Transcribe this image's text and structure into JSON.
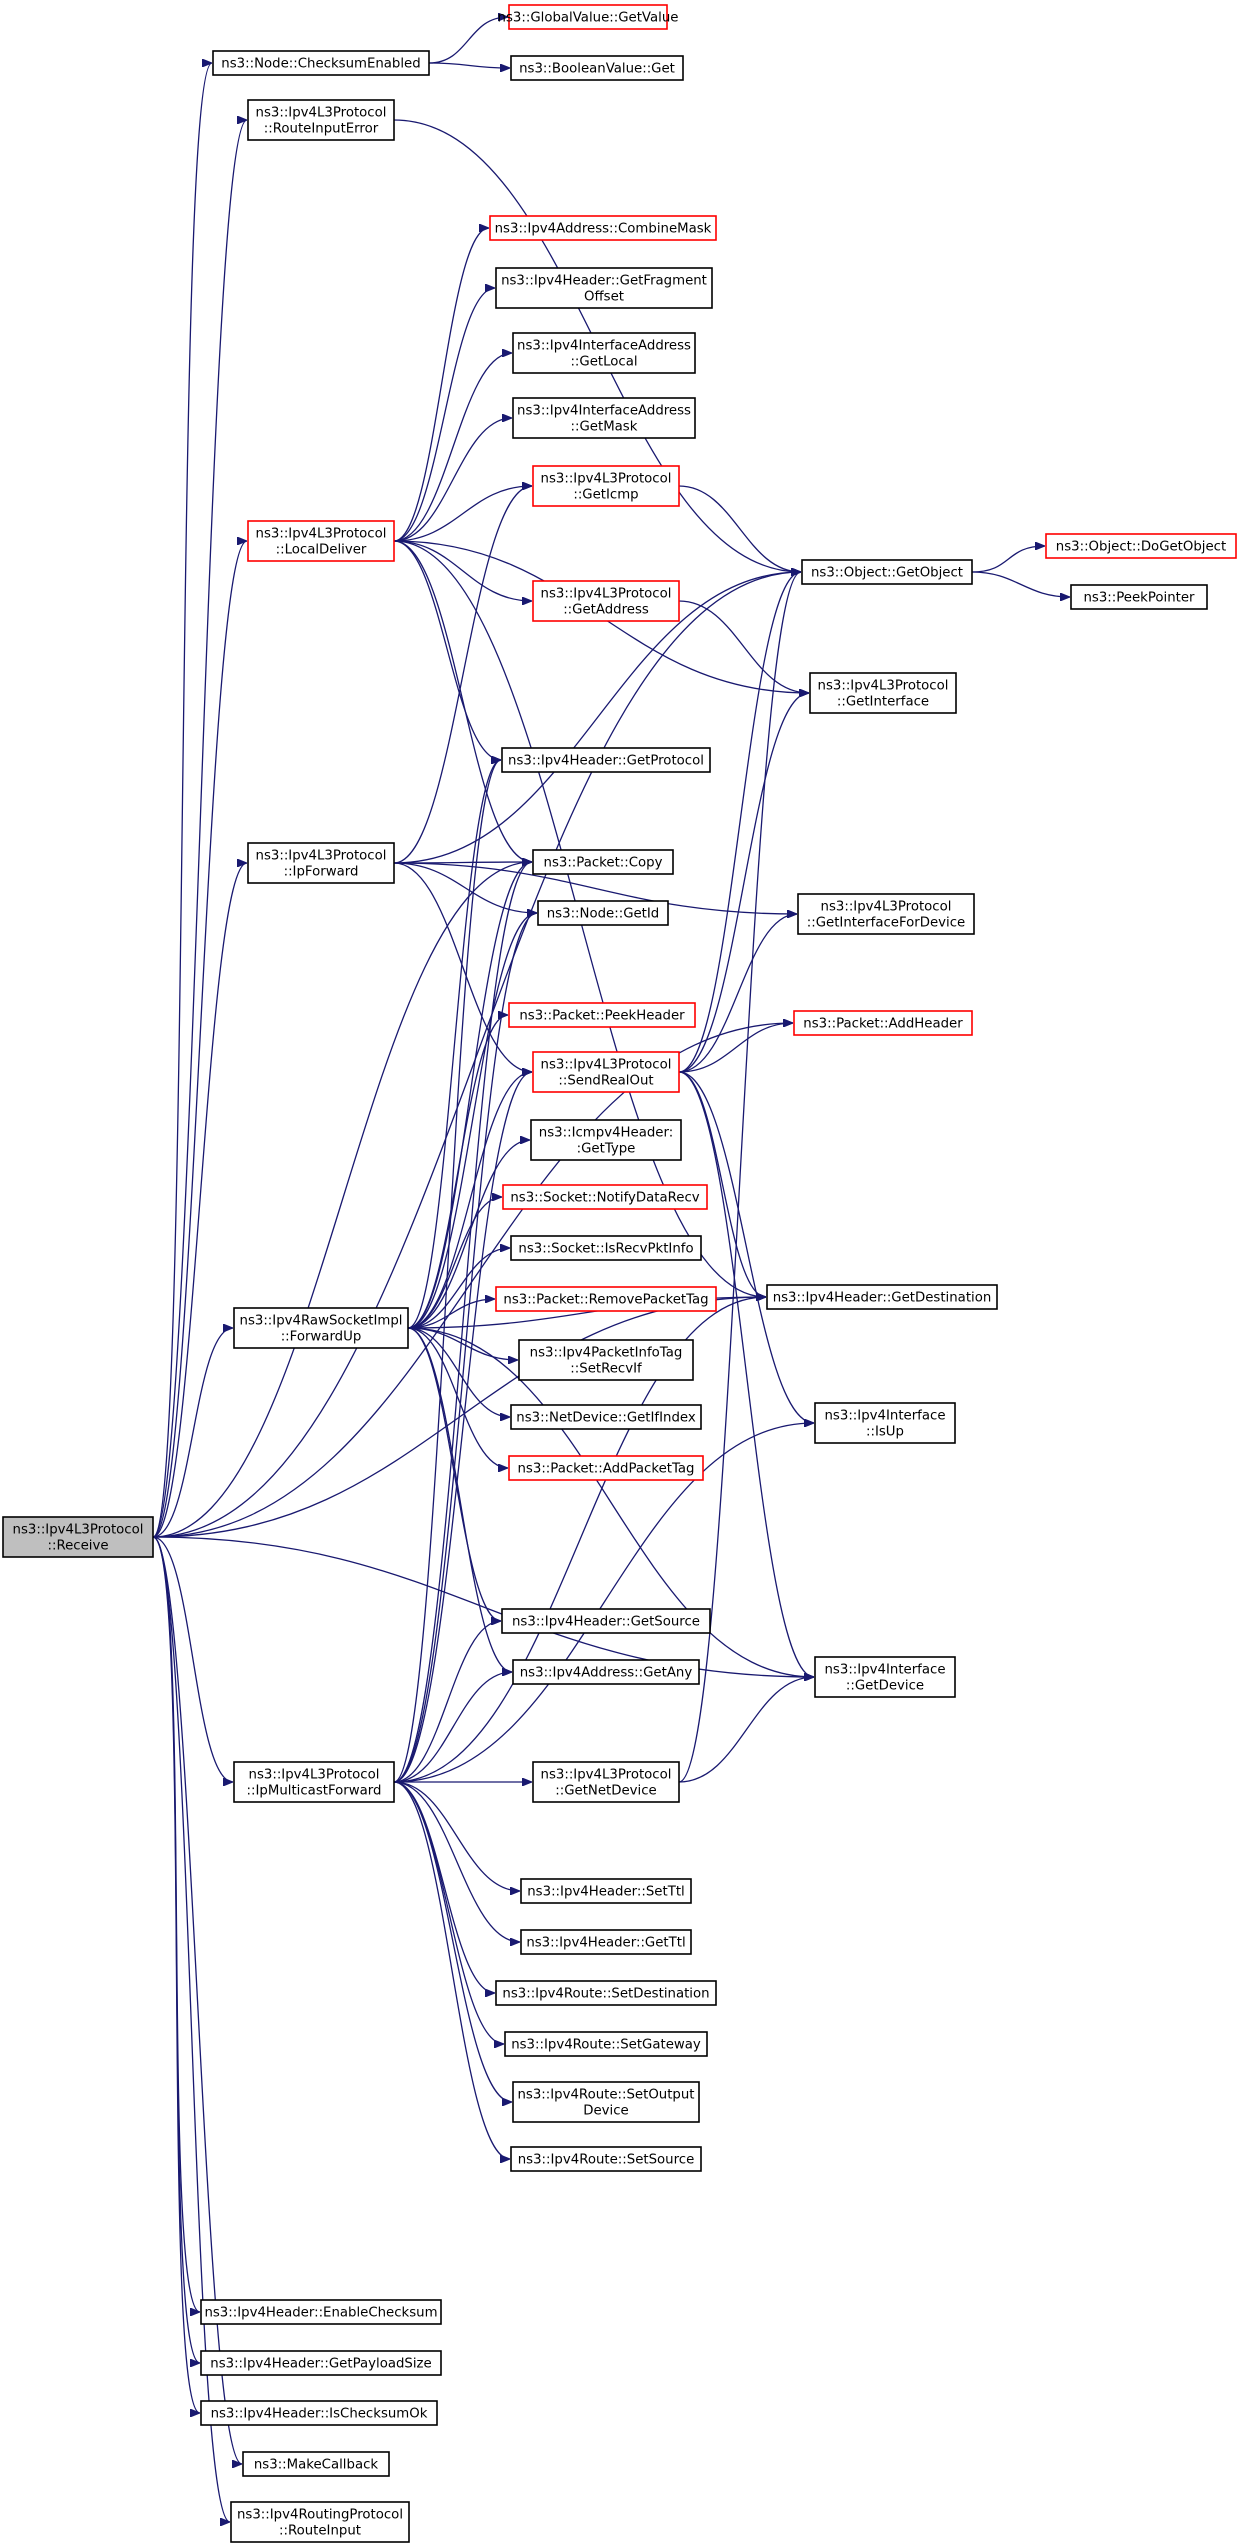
{
  "nodes": [
    {
      "id": "receive",
      "lines": [
        "ns3::Ipv4L3Protocol",
        "::Receive"
      ],
      "style": "root"
    },
    {
      "id": "checksumEnabled",
      "lines": [
        "ns3::Node::ChecksumEnabled"
      ],
      "style": "normal"
    },
    {
      "id": "globalGetValue",
      "lines": [
        "ns3::GlobalValue::GetValue"
      ],
      "style": "truncated"
    },
    {
      "id": "booleanGet",
      "lines": [
        "ns3::BooleanValue::Get"
      ],
      "style": "normal"
    },
    {
      "id": "routeInputError",
      "lines": [
        "ns3::Ipv4L3Protocol",
        "::RouteInputError"
      ],
      "style": "normal"
    },
    {
      "id": "combineMask",
      "lines": [
        "ns3::Ipv4Address::CombineMask"
      ],
      "style": "truncated"
    },
    {
      "id": "getFragmentOffset",
      "lines": [
        "ns3::Ipv4Header::GetFragment",
        "Offset"
      ],
      "style": "normal"
    },
    {
      "id": "ifaceAddrGetLocal",
      "lines": [
        "ns3::Ipv4InterfaceAddress",
        "::GetLocal"
      ],
      "style": "normal"
    },
    {
      "id": "ifaceAddrGetMask",
      "lines": [
        "ns3::Ipv4InterfaceAddress",
        "::GetMask"
      ],
      "style": "normal"
    },
    {
      "id": "localDeliver",
      "lines": [
        "ns3::Ipv4L3Protocol",
        "::LocalDeliver"
      ],
      "style": "truncated"
    },
    {
      "id": "getIcmp",
      "lines": [
        "ns3::Ipv4L3Protocol",
        "::GetIcmp"
      ],
      "style": "truncated"
    },
    {
      "id": "objectGetObject",
      "lines": [
        "ns3::Object::GetObject"
      ],
      "style": "normal"
    },
    {
      "id": "doGetObject",
      "lines": [
        "ns3::Object::DoGetObject"
      ],
      "style": "truncated"
    },
    {
      "id": "peekPointer",
      "lines": [
        "ns3::PeekPointer"
      ],
      "style": "normal"
    },
    {
      "id": "getAddress",
      "lines": [
        "ns3::Ipv4L3Protocol",
        "::GetAddress"
      ],
      "style": "truncated"
    },
    {
      "id": "getInterface",
      "lines": [
        "ns3::Ipv4L3Protocol",
        "::GetInterface"
      ],
      "style": "normal"
    },
    {
      "id": "getProtocol",
      "lines": [
        "ns3::Ipv4Header::GetProtocol"
      ],
      "style": "normal"
    },
    {
      "id": "ipForward",
      "lines": [
        "ns3::Ipv4L3Protocol",
        "::IpForward"
      ],
      "style": "normal"
    },
    {
      "id": "packetCopy",
      "lines": [
        "ns3::Packet::Copy"
      ],
      "style": "normal"
    },
    {
      "id": "getInterfaceForDevice",
      "lines": [
        "ns3::Ipv4L3Protocol",
        "::GetInterfaceForDevice"
      ],
      "style": "normal"
    },
    {
      "id": "nodeGetId",
      "lines": [
        "ns3::Node::GetId"
      ],
      "style": "normal"
    },
    {
      "id": "peekHeader",
      "lines": [
        "ns3::Packet::PeekHeader"
      ],
      "style": "truncated"
    },
    {
      "id": "addHeader",
      "lines": [
        "ns3::Packet::AddHeader"
      ],
      "style": "truncated"
    },
    {
      "id": "sendRealOut",
      "lines": [
        "ns3::Ipv4L3Protocol",
        "::SendRealOut"
      ],
      "style": "truncated"
    },
    {
      "id": "icmpGetType",
      "lines": [
        "ns3::Icmpv4Header:",
        ":GetType"
      ],
      "style": "normal"
    },
    {
      "id": "notifyDataRecv",
      "lines": [
        "ns3::Socket::NotifyDataRecv"
      ],
      "style": "truncated"
    },
    {
      "id": "isRecvPktInfo",
      "lines": [
        "ns3::Socket::IsRecvPktInfo"
      ],
      "style": "normal"
    },
    {
      "id": "forwardUp",
      "lines": [
        "ns3::Ipv4RawSocketImpl",
        "::ForwardUp"
      ],
      "style": "normal"
    },
    {
      "id": "removePacketTag",
      "lines": [
        "ns3::Packet::RemovePacketTag"
      ],
      "style": "truncated"
    },
    {
      "id": "getDestination",
      "lines": [
        "ns3::Ipv4Header::GetDestination"
      ],
      "style": "normal"
    },
    {
      "id": "setRecvIf",
      "lines": [
        "ns3::Ipv4PacketInfoTag",
        "::SetRecvIf"
      ],
      "style": "normal"
    },
    {
      "id": "getIfIndex",
      "lines": [
        "ns3::NetDevice::GetIfIndex"
      ],
      "style": "normal"
    },
    {
      "id": "ifaceIsUp",
      "lines": [
        "ns3::Ipv4Interface",
        "::IsUp"
      ],
      "style": "normal"
    },
    {
      "id": "addPacketTag",
      "lines": [
        "ns3::Packet::AddPacketTag"
      ],
      "style": "truncated"
    },
    {
      "id": "getSource",
      "lines": [
        "ns3::Ipv4Header::GetSource"
      ],
      "style": "normal"
    },
    {
      "id": "getAny",
      "lines": [
        "ns3::Ipv4Address::GetAny"
      ],
      "style": "normal"
    },
    {
      "id": "ifaceGetDevice",
      "lines": [
        "ns3::Ipv4Interface",
        "::GetDevice"
      ],
      "style": "normal"
    },
    {
      "id": "ipMulticastForward",
      "lines": [
        "ns3::Ipv4L3Protocol",
        "::IpMulticastForward"
      ],
      "style": "normal"
    },
    {
      "id": "getNetDevice",
      "lines": [
        "ns3::Ipv4L3Protocol",
        "::GetNetDevice"
      ],
      "style": "normal"
    },
    {
      "id": "setTtl",
      "lines": [
        "ns3::Ipv4Header::SetTtl"
      ],
      "style": "normal"
    },
    {
      "id": "getTtl",
      "lines": [
        "ns3::Ipv4Header::GetTtl"
      ],
      "style": "normal"
    },
    {
      "id": "setDestination",
      "lines": [
        "ns3::Ipv4Route::SetDestination"
      ],
      "style": "normal"
    },
    {
      "id": "setGateway",
      "lines": [
        "ns3::Ipv4Route::SetGateway"
      ],
      "style": "normal"
    },
    {
      "id": "setOutputDevice",
      "lines": [
        "ns3::Ipv4Route::SetOutput",
        "Device"
      ],
      "style": "normal"
    },
    {
      "id": "setSource",
      "lines": [
        "ns3::Ipv4Route::SetSource"
      ],
      "style": "normal"
    },
    {
      "id": "enableChecksum",
      "lines": [
        "ns3::Ipv4Header::EnableChecksum"
      ],
      "style": "normal"
    },
    {
      "id": "getPayloadSize",
      "lines": [
        "ns3::Ipv4Header::GetPayloadSize"
      ],
      "style": "normal"
    },
    {
      "id": "isChecksumOk",
      "lines": [
        "ns3::Ipv4Header::IsChecksumOk"
      ],
      "style": "normal"
    },
    {
      "id": "makeCallback",
      "lines": [
        "ns3::MakeCallback"
      ],
      "style": "normal"
    },
    {
      "id": "routeInput",
      "lines": [
        "ns3::Ipv4RoutingProtocol",
        "::RouteInput"
      ],
      "style": "normal"
    }
  ],
  "edges": [
    [
      "receive",
      "checksumEnabled"
    ],
    [
      "checksumEnabled",
      "globalGetValue"
    ],
    [
      "checksumEnabled",
      "booleanGet"
    ],
    [
      "receive",
      "routeInputError"
    ],
    [
      "routeInputError",
      "objectGetObject"
    ],
    [
      "receive",
      "objectGetObject"
    ],
    [
      "receive",
      "localDeliver"
    ],
    [
      "localDeliver",
      "combineMask"
    ],
    [
      "localDeliver",
      "getFragmentOffset"
    ],
    [
      "localDeliver",
      "ifaceAddrGetLocal"
    ],
    [
      "localDeliver",
      "ifaceAddrGetMask"
    ],
    [
      "localDeliver",
      "getIcmp"
    ],
    [
      "localDeliver",
      "getAddress"
    ],
    [
      "localDeliver",
      "getInterface"
    ],
    [
      "localDeliver",
      "getProtocol"
    ],
    [
      "localDeliver",
      "packetCopy"
    ],
    [
      "localDeliver",
      "getDestination"
    ],
    [
      "getIcmp",
      "objectGetObject"
    ],
    [
      "getAddress",
      "getInterface"
    ],
    [
      "objectGetObject",
      "doGetObject"
    ],
    [
      "objectGetObject",
      "peekPointer"
    ],
    [
      "receive",
      "ipForward"
    ],
    [
      "ipForward",
      "getIcmp"
    ],
    [
      "ipForward",
      "objectGetObject"
    ],
    [
      "ipForward",
      "packetCopy"
    ],
    [
      "ipForward",
      "getInterfaceForDevice"
    ],
    [
      "ipForward",
      "nodeGetId"
    ],
    [
      "ipForward",
      "sendRealOut"
    ],
    [
      "receive",
      "packetCopy"
    ],
    [
      "receive",
      "addHeader"
    ],
    [
      "sendRealOut",
      "objectGetObject"
    ],
    [
      "sendRealOut",
      "getInterface"
    ],
    [
      "sendRealOut",
      "getInterfaceForDevice"
    ],
    [
      "sendRealOut",
      "addHeader"
    ],
    [
      "sendRealOut",
      "getDestination"
    ],
    [
      "sendRealOut",
      "ifaceIsUp"
    ],
    [
      "sendRealOut",
      "ifaceGetDevice"
    ],
    [
      "receive",
      "forwardUp"
    ],
    [
      "forwardUp",
      "getProtocol"
    ],
    [
      "forwardUp",
      "packetCopy"
    ],
    [
      "forwardUp",
      "nodeGetId"
    ],
    [
      "forwardUp",
      "peekHeader"
    ],
    [
      "forwardUp",
      "sendRealOut"
    ],
    [
      "forwardUp",
      "icmpGetType"
    ],
    [
      "forwardUp",
      "notifyDataRecv"
    ],
    [
      "forwardUp",
      "isRecvPktInfo"
    ],
    [
      "forwardUp",
      "removePacketTag"
    ],
    [
      "forwardUp",
      "setRecvIf"
    ],
    [
      "forwardUp",
      "getIfIndex"
    ],
    [
      "forwardUp",
      "addPacketTag"
    ],
    [
      "forwardUp",
      "getDestination"
    ],
    [
      "forwardUp",
      "getSource"
    ],
    [
      "forwardUp",
      "getAny"
    ],
    [
      "forwardUp",
      "ifaceGetDevice"
    ],
    [
      "receive",
      "ipMulticastForward"
    ],
    [
      "ipMulticastForward",
      "getProtocol"
    ],
    [
      "ipMulticastForward",
      "packetCopy"
    ],
    [
      "ipMulticastForward",
      "nodeGetId"
    ],
    [
      "ipMulticastForward",
      "sendRealOut"
    ],
    [
      "ipMulticastForward",
      "getDestination"
    ],
    [
      "ipMulticastForward",
      "getSource"
    ],
    [
      "ipMulticastForward",
      "getAny"
    ],
    [
      "ipMulticastForward",
      "getNetDevice"
    ],
    [
      "ipMulticastForward",
      "ifaceIsUp"
    ],
    [
      "ipMulticastForward",
      "setTtl"
    ],
    [
      "ipMulticastForward",
      "getTtl"
    ],
    [
      "ipMulticastForward",
      "setDestination"
    ],
    [
      "ipMulticastForward",
      "setGateway"
    ],
    [
      "ipMulticastForward",
      "setOutputDevice"
    ],
    [
      "ipMulticastForward",
      "setSource"
    ],
    [
      "getNetDevice",
      "objectGetObject"
    ],
    [
      "getNetDevice",
      "ifaceGetDevice"
    ],
    [
      "receive",
      "getDestination"
    ],
    [
      "receive",
      "ifaceGetDevice"
    ],
    [
      "receive",
      "enableChecksum"
    ],
    [
      "receive",
      "getPayloadSize"
    ],
    [
      "receive",
      "isChecksumOk"
    ],
    [
      "receive",
      "makeCallback"
    ],
    [
      "receive",
      "routeInput"
    ]
  ]
}
